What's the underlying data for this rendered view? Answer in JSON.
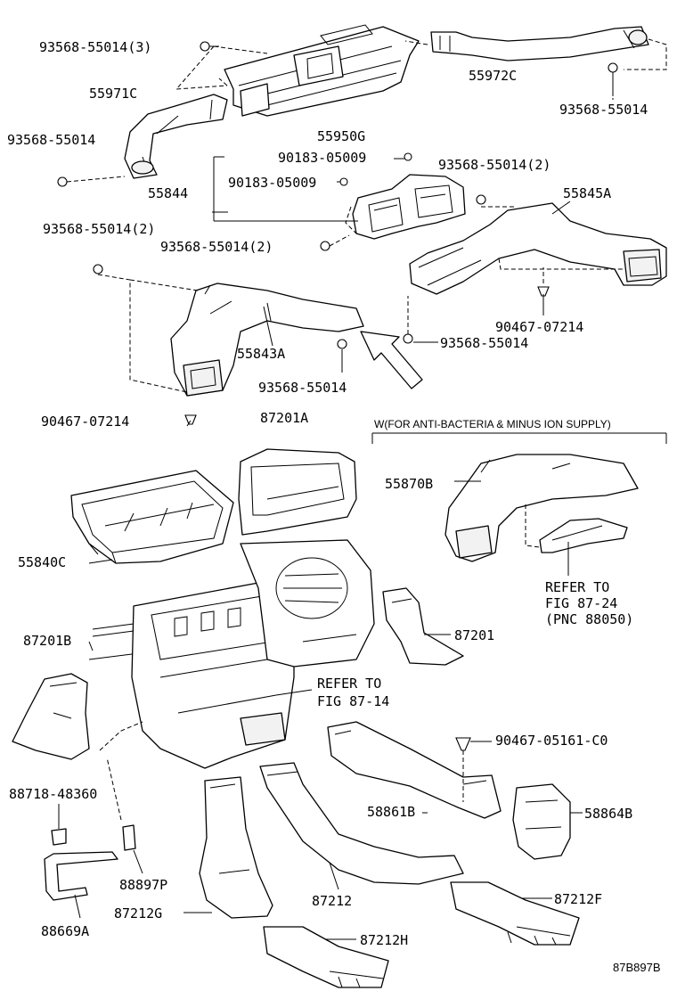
{
  "diagram": {
    "variant_note": "W(FOR ANTI-BACTERIA & MINUS ION SUPPLY)",
    "figure_code": "87B897B",
    "callouts": [
      {
        "id": "c1",
        "text": "93568-55014(3)"
      },
      {
        "id": "c2",
        "text": "55972C"
      },
      {
        "id": "c3",
        "text": "93568-55014"
      },
      {
        "id": "c4",
        "text": "55971C"
      },
      {
        "id": "c5",
        "text": "55950G"
      },
      {
        "id": "c6",
        "text": "93568-55014"
      },
      {
        "id": "c7",
        "text": "90183-05009"
      },
      {
        "id": "c8",
        "text": "55844"
      },
      {
        "id": "c9",
        "text": "90183-05009"
      },
      {
        "id": "c10",
        "text": "93568-55014(2)"
      },
      {
        "id": "c11",
        "text": "55845A"
      },
      {
        "id": "c12",
        "text": "93568-55014(2)"
      },
      {
        "id": "c13",
        "text": "93568-55014(2)"
      },
      {
        "id": "c14",
        "text": "90467-07214"
      },
      {
        "id": "c15",
        "text": "55843A"
      },
      {
        "id": "c16",
        "text": "93568-55014"
      },
      {
        "id": "c17",
        "text": "93568-55014"
      },
      {
        "id": "c18",
        "text": "90467-07214"
      },
      {
        "id": "c19",
        "text": "87201A"
      },
      {
        "id": "c20",
        "text": "55870B"
      },
      {
        "id": "c21",
        "text": "55840C"
      },
      {
        "id": "c22",
        "text": "REFER TO"
      },
      {
        "id": "c23",
        "text": "FIG 87-24"
      },
      {
        "id": "c24",
        "text": "(PNC 88050)"
      },
      {
        "id": "c25",
        "text": "87201B"
      },
      {
        "id": "c26",
        "text": "87201"
      },
      {
        "id": "c27",
        "text": "REFER TO"
      },
      {
        "id": "c28",
        "text": "FIG 87-14"
      },
      {
        "id": "c29",
        "text": "90467-05161-C0"
      },
      {
        "id": "c30",
        "text": "88718-48360"
      },
      {
        "id": "c31",
        "text": "58861B"
      },
      {
        "id": "c32",
        "text": "58864B"
      },
      {
        "id": "c33",
        "text": "88897P"
      },
      {
        "id": "c34",
        "text": "87212"
      },
      {
        "id": "c35",
        "text": "87212F"
      },
      {
        "id": "c36",
        "text": "87212G"
      },
      {
        "id": "c37",
        "text": "88669A"
      },
      {
        "id": "c38",
        "text": "87212H"
      }
    ]
  }
}
